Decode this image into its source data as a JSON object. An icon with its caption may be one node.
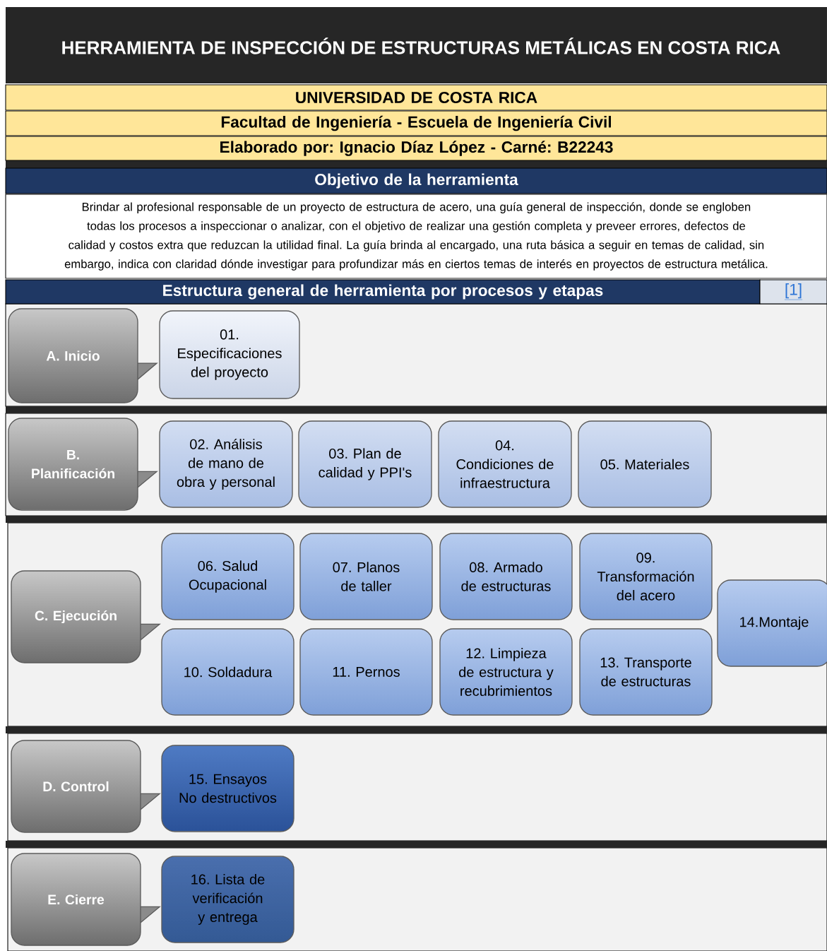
{
  "diagram": {
    "title": "HERRAMIENTA DE INSPECCIÓN DE ESTRUCTURAS METÁLICAS EN COSTA RICA",
    "nodes": [
      {
        "text": [
          "UNIVERSIDAD DE COSTA RICA"
        ]
      },
      {
        "text": [
          "Facultad de Ingeniería - Escuela de Ingeniería Civil"
        ]
      },
      {
        "text": [
          "Elaborado por: Ignacio Díaz López - Carné: B22243"
        ]
      },
      {
        "text": [
          "Objetivo de la herramienta"
        ]
      },
      {
        "text": [
          "Brindar al profesional responsable de un proyecto de estructura de acero, una guía general de inspección, donde se engloben todas los procesos a inspeccionar o analizar, con el objetivo de realizar una gestión completa y preveer errores, defectos de calidad y costos extra que reduzcan la utilidad final. La guía brinda al encargado, una ruta básica a seguir en temas de calidad, sin embargo, indica con claridad dónde investigar para profundizar más en ciertos temas de interés en proyectos de estructura metálica."
        ]
      },
      {
        "text": [
          "Estructura general de herramienta por procesos y etapas"
        ]
      },
      {
        "text": [
          "[1]"
        ]
      },
      {
        "text": [
          "A. Inicio"
        ]
      },
      {
        "text": [
          "01. Especificaciones del proyecto"
        ]
      },
      {
        "text": [
          "B. Planificación"
        ]
      },
      {
        "text": [
          "02. Análisis de mano de obra y personal"
        ]
      },
      {
        "text": [
          "03. Plan de calidad y PPI's"
        ]
      },
      {
        "text": [
          "04. Condiciones de infraestructura"
        ]
      },
      {
        "text": [
          "05. Materiales"
        ]
      },
      {
        "text": [
          "C. Ejecución"
        ]
      },
      {
        "text": [
          "06. Salud Ocupacional"
        ]
      },
      {
        "text": [
          "07. Planos de taller"
        ]
      },
      {
        "text": [
          "08. Armado de estructuras"
        ]
      },
      {
        "text": [
          "09. Transformación del acero"
        ]
      },
      {
        "text": [
          "10. Soldadura"
        ]
      },
      {
        "text": [
          "11. Pernos"
        ]
      },
      {
        "text": [
          "12. Limpieza de estructura y recubrimientos"
        ]
      },
      {
        "text": [
          "13. Transporte de estructuras"
        ]
      },
      {
        "text": [
          "14.Montaje"
        ]
      },
      {
        "text": [
          "D. Control"
        ]
      },
      {
        "text": [
          "15. Ensayos No destructivos"
        ]
      },
      {
        "text": [
          "E. Cierre"
        ]
      },
      {
        "text": [
          "16. Lista de verificación y entrega"
        ]
      }
    ]
  }
}
